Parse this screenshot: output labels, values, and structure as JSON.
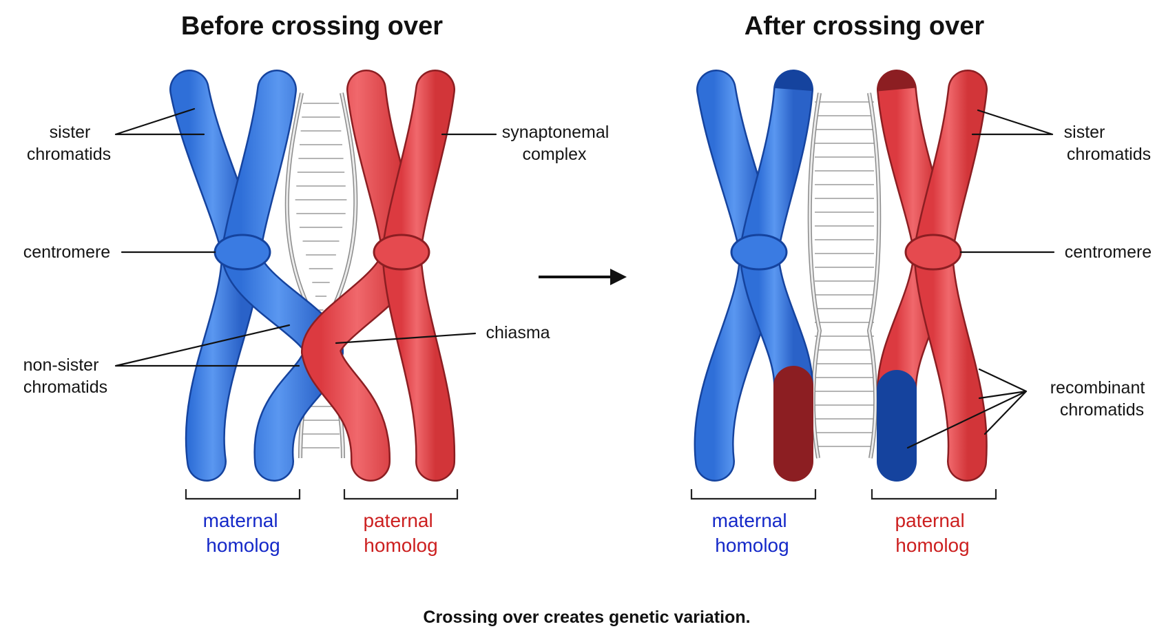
{
  "colors": {
    "maternal": "#3a7be2",
    "maternal_dark": "#15439e",
    "maternal_text": "#1428c8",
    "paternal": "#e54a4f",
    "paternal_dark": "#8c1e22",
    "paternal_text": "#cc1f1f"
  },
  "before": {
    "title": "Before crossing over",
    "labels": {
      "sister_chromatids": [
        "sister",
        "chromatids"
      ],
      "centromere": "centromere",
      "non_sister_chromatids": [
        "non-sister",
        "chromatids"
      ],
      "synaptonemal_complex": [
        "synaptonemal",
        "complex"
      ],
      "chiasma": "chiasma"
    },
    "maternal_homolog": [
      "maternal",
      "homolog"
    ],
    "paternal_homolog": [
      "paternal",
      "homolog"
    ]
  },
  "after": {
    "title": "After crossing over",
    "labels": {
      "sister_chromatids": [
        "sister",
        "chromatids"
      ],
      "centromere": "centromere",
      "recombinant_chromatids": [
        "recombinant",
        "chromatids"
      ]
    },
    "maternal_homolog": [
      "maternal",
      "homolog"
    ],
    "paternal_homolog": [
      "paternal",
      "homolog"
    ]
  },
  "arrow_icon": "right-arrow-icon",
  "caption": "Crossing over creates genetic variation."
}
